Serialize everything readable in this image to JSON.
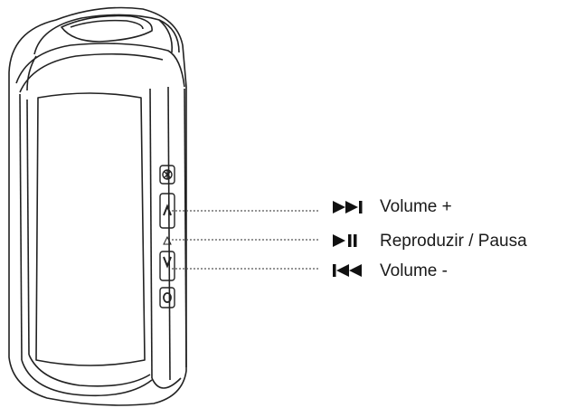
{
  "legend": [
    {
      "icon": "skip-forward-icon",
      "text": "Volume +"
    },
    {
      "icon": "play-pause-icon",
      "text": "Reproduzir / Pausa"
    },
    {
      "icon": "skip-back-icon",
      "text": "Volume -"
    }
  ],
  "buttons": [
    {
      "icon": "bluetooth-icon"
    },
    {
      "icon": "chevron-up-icon"
    },
    {
      "icon": "triangle-icon"
    },
    {
      "icon": "chevron-down-icon"
    },
    {
      "icon": "power-icon"
    }
  ],
  "colors": {
    "line": "#222222",
    "leader": "#555555",
    "text": "#1a1a1a",
    "background": "#ffffff"
  }
}
